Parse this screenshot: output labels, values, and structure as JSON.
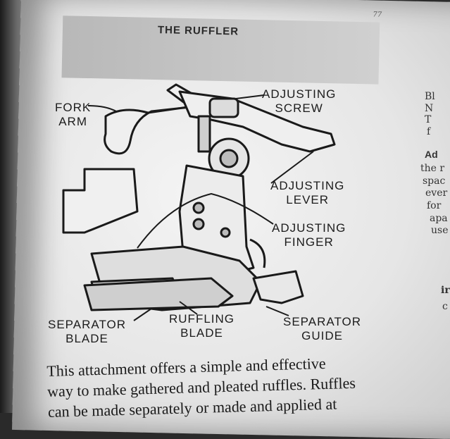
{
  "page": {
    "number": "77",
    "title": "THE RUFFLER"
  },
  "labels": {
    "fork_arm": [
      "FORK",
      "ARM"
    ],
    "adjusting_screw": [
      "ADJUSTING",
      "SCREW"
    ],
    "adjusting_lever": [
      "ADJUSTING",
      "LEVER"
    ],
    "adjusting_finger": [
      "ADJUSTING",
      "FINGER"
    ],
    "separator_blade": [
      "SEPARATOR",
      "BLADE"
    ],
    "ruffling_blade": [
      "RUFFLING",
      "BLADE"
    ],
    "separator_guide": [
      "SEPARATOR",
      "GUIDE"
    ]
  },
  "right_column_fragments": [
    "Bl",
    "N",
    "T",
    "f",
    "Ad",
    "the r",
    "spac",
    "ever",
    "for",
    "apa",
    "use",
    "ir",
    "c"
  ],
  "body_text": [
    "This attachment offers a simple and effective",
    "way to make gathered and pleated ruffles. Ruffles",
    "can be made separately or made and applied at"
  ]
}
